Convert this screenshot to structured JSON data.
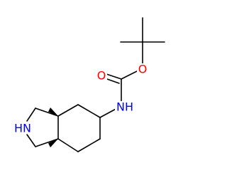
{
  "molecule": {
    "atoms": {
      "O1": {
        "symbol": "O",
        "color": "#ff0000"
      },
      "O2": {
        "symbol": "O",
        "color": "#ff0000"
      },
      "N1": {
        "symbol": "NH",
        "color": "#0000ff"
      },
      "N2": {
        "symbol": "HN",
        "color": "#0000ff"
      }
    },
    "bond_color": "#000000"
  }
}
